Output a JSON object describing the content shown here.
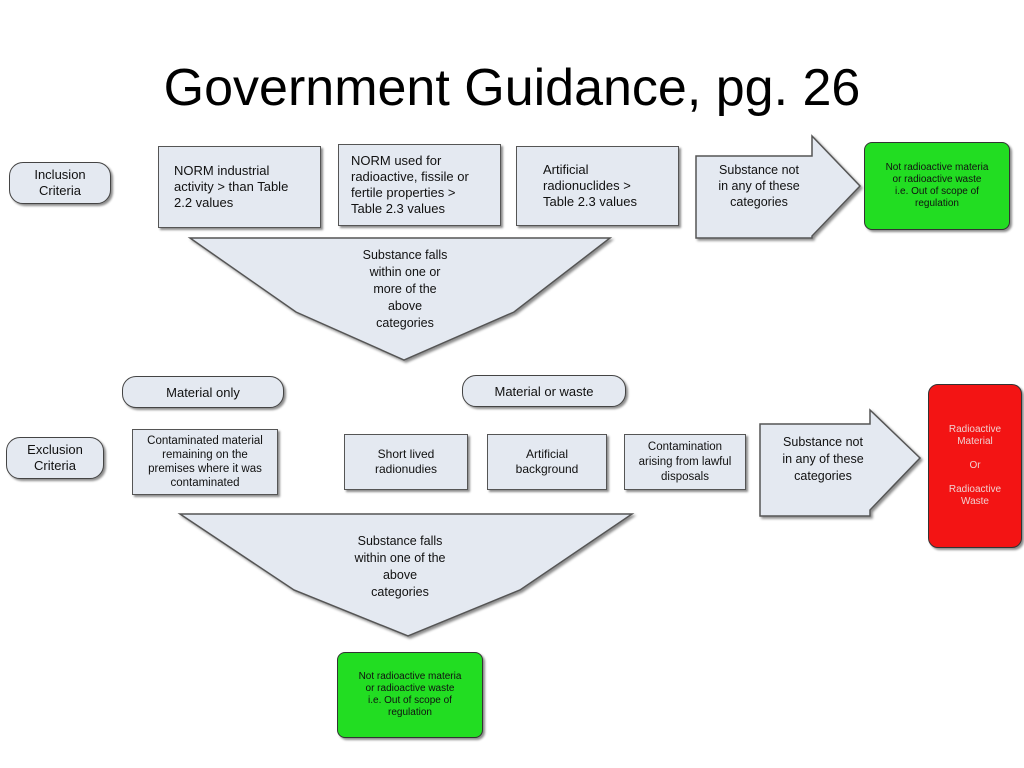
{
  "title": "Government Guidance, pg. 26",
  "inclusion": {
    "label": "Inclusion\nCriteria",
    "box1": "NORM industrial\nactivity > than Table\n2.2 values",
    "box2": "NORM used for\nradioactive, fissile or\nfertile properties >\nTable 2.3 values",
    "box3": "Artificial\nradionuclides >\nTable 2.3 values",
    "arrow_right": "Substance not\nin any of these\ncategories",
    "out_of_scope": "Not radioactive materia\nor radioactive waste\ni.e. Out of scope of\nregulation",
    "funnel": "Substance falls\nwithin one or\nmore of the\nabove\ncategories"
  },
  "exclusion": {
    "label": "Exclusion\nCriteria",
    "material_only": "Material only",
    "material_or_waste": "Material or waste",
    "box1": "Contaminated material\nremaining on the\npremises where it was\ncontaminated",
    "box2": "Short lived\nradionudies",
    "box3": "Artificial\nbackground",
    "box4": "Contamination\narising from lawful\ndisposals",
    "arrow_right": "Substance not\nin any of these\ncategories",
    "radioactive": "Radioactive\nMaterial\n\nOr\n\nRadioactive\nWaste",
    "funnel": "Substance falls\nwithin one of the\nabove\ncategories",
    "out_of_scope": "Not radioactive materia\nor radioactive waste\ni.e. Out of scope of\nregulation"
  },
  "colors": {
    "shape_fill": "#e4e9f1",
    "green": "#22dd22",
    "red": "#f31414"
  }
}
